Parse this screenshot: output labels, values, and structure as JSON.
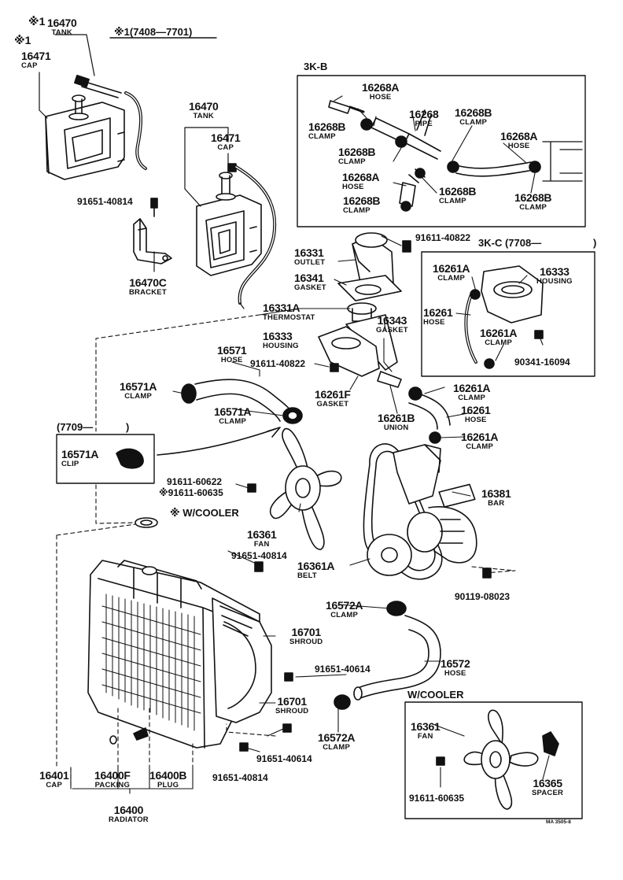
{
  "diagram": {
    "tag": "MA 3505-8",
    "notes": {
      "top_mark_1": "※1",
      "top_mark_2": "※1",
      "top_range": "※1(7408—7701)",
      "box_3kb": "3K-B",
      "box_3kc": "3K-C (7708—",
      "box_3kc_end": ")",
      "clip_range_a": "(7709—",
      "clip_range_b": ")",
      "w_cooler_note": "※ W/COOLER",
      "w_cooler_box": "W/COOLER"
    },
    "parts": {
      "p16470a": {
        "num": "16470",
        "name": "TANK"
      },
      "p16471a": {
        "num": "16471",
        "name": "CAP"
      },
      "p16470b": {
        "num": "16470",
        "name": "TANK"
      },
      "p16471b": {
        "num": "16471",
        "name": "CAP"
      },
      "p91651_40814a": {
        "num": "91651-40814"
      },
      "p16470c": {
        "num": "16470C",
        "name": "BRACKET"
      },
      "p16268a_1": {
        "num": "16268A",
        "name": "HOSE"
      },
      "p16268b_1": {
        "num": "16268B",
        "name": "CLAMP"
      },
      "p16268": {
        "num": "16268",
        "name": "PIPE"
      },
      "p16268b_2": {
        "num": "16268B",
        "name": "CLAMP"
      },
      "p16268a_2": {
        "num": "16268A",
        "name": "HOSE"
      },
      "p16268b_3": {
        "num": "16268B",
        "name": "CLAMP"
      },
      "p16268a_3": {
        "num": "16268A",
        "name": "HOSE"
      },
      "p16268b_4": {
        "num": "16268B",
        "name": "CLAMP"
      },
      "p16268b_5": {
        "num": "16268B",
        "name": "CLAMP"
      },
      "p16268b_6": {
        "num": "16268B",
        "name": "CLAMP"
      },
      "p91611_40822a": {
        "num": "91611-40822"
      },
      "p16331": {
        "num": "16331",
        "name": "OUTLET"
      },
      "p16341": {
        "num": "16341",
        "name": "GASKET"
      },
      "p16331a": {
        "num": "16331A",
        "name": "THERMOSTAT"
      },
      "p16343": {
        "num": "16343",
        "name": "GASKET"
      },
      "p16333a": {
        "num": "16333",
        "name": "HOUSING"
      },
      "p91611_40822b": {
        "num": "91611-40822"
      },
      "p16261a_c1": {
        "num": "16261A",
        "name": "CLAMP"
      },
      "p16333b": {
        "num": "16333",
        "name": "HOUSING"
      },
      "p16261_c": {
        "num": "16261",
        "name": "HOSE"
      },
      "p16261a_c2": {
        "num": "16261A",
        "name": "CLAMP"
      },
      "p90341_16094": {
        "num": "90341-16094"
      },
      "p16571": {
        "num": "16571",
        "name": "HOSE"
      },
      "p16571a_1": {
        "num": "16571A",
        "name": "CLAMP"
      },
      "p16571a_2": {
        "num": "16571A",
        "name": "CLAMP"
      },
      "p16261f": {
        "num": "16261F",
        "name": "GASKET"
      },
      "p16261b": {
        "num": "16261B",
        "name": "UNION"
      },
      "p16261a_1": {
        "num": "16261A",
        "name": "CLAMP"
      },
      "p16261": {
        "num": "16261",
        "name": "HOSE"
      },
      "p16261a_2": {
        "num": "16261A",
        "name": "CLAMP"
      },
      "p16571a_clip": {
        "num": "16571A",
        "name": "CLIP"
      },
      "p91611_60622": {
        "num": "91611-60622"
      },
      "p91611_60635a": {
        "num": "※91611-60635"
      },
      "p16381": {
        "num": "16381",
        "name": "BAR"
      },
      "p16361": {
        "num": "16361",
        "name": "FAN"
      },
      "p91651_40814b": {
        "num": "91651-40814"
      },
      "p16361a": {
        "num": "16361A",
        "name": "BELT"
      },
      "p90119_08023": {
        "num": "90119-08023"
      },
      "p16572a_1": {
        "num": "16572A",
        "name": "CLAMP"
      },
      "p16701a": {
        "num": "16701",
        "name": "SHROUD"
      },
      "p16572": {
        "num": "16572",
        "name": "HOSE"
      },
      "p91651_40614a": {
        "num": "91651-40614"
      },
      "p16701b": {
        "num": "16701",
        "name": "SHROUD"
      },
      "p16572a_2": {
        "num": "16572A",
        "name": "CLAMP"
      },
      "p91651_40614b": {
        "num": "91651-40614"
      },
      "p91651_40814c": {
        "num": "91651-40814"
      },
      "p16401": {
        "num": "16401",
        "name": "CAP"
      },
      "p16400f": {
        "num": "16400F",
        "name": "PACKING"
      },
      "p16400b": {
        "num": "16400B",
        "name": "PLUG"
      },
      "p16400": {
        "num": "16400",
        "name": "RADIATOR"
      },
      "p16361_w": {
        "num": "16361",
        "name": "FAN"
      },
      "p16365": {
        "num": "16365",
        "name": "SPACER"
      },
      "p91611_60635b": {
        "num": "91611-60635"
      }
    }
  }
}
